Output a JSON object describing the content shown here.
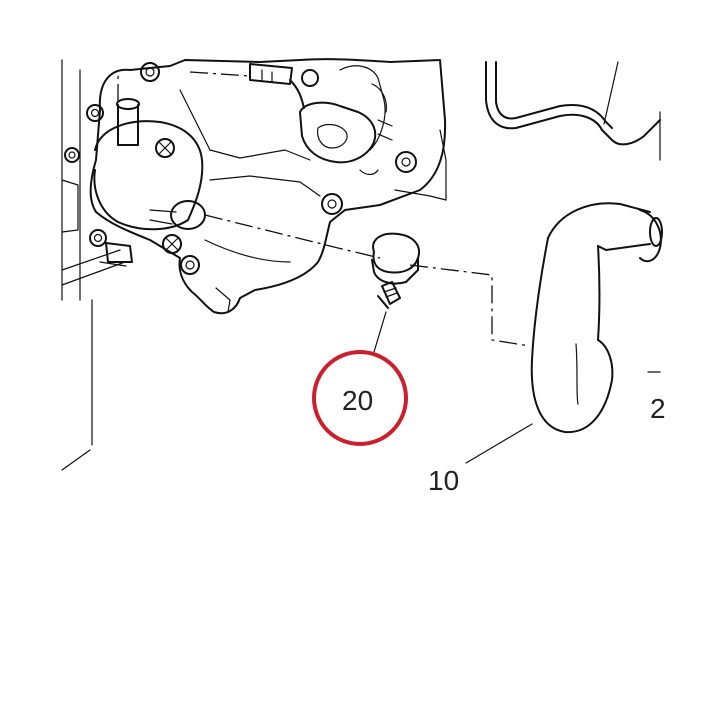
{
  "diagram": {
    "callouts": {
      "hose": "10",
      "clamp": "20",
      "partial": "2"
    },
    "highlight_color": "#cc1f2d",
    "line_color": "#111111",
    "background": "#ffffff"
  }
}
